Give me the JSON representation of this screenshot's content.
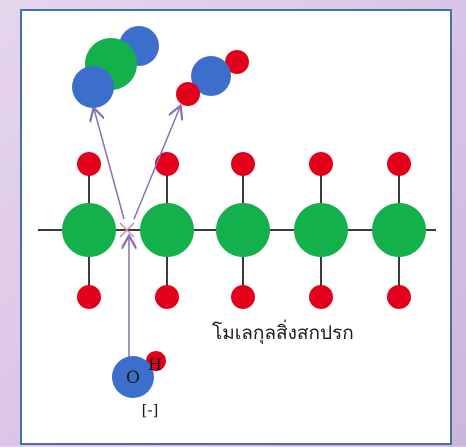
{
  "diagram": {
    "label_text": "โมเลกุลสิ่งสกปรก",
    "oh_o_label": "O",
    "oh_h_label": "H",
    "oh_charge_label": "[-]",
    "colors": {
      "carbon": "#14b04c",
      "oxygen_red": "#e3001b",
      "blue": "#3c6fcb",
      "arrow": "#8a70b0",
      "bond": "#3a3a3a",
      "frame": "#4a6fa5"
    }
  }
}
